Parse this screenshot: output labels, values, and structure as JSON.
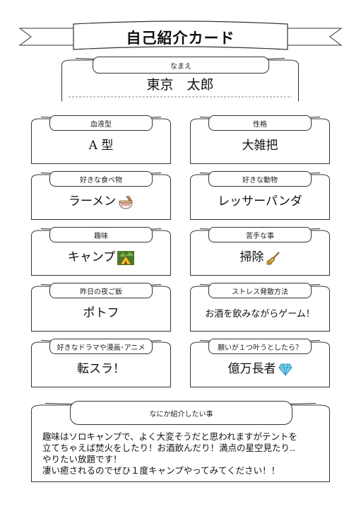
{
  "title": "自己紹介カード",
  "name_card": {
    "label": "なまえ",
    "value": "東京　太郎"
  },
  "cards": [
    {
      "key": "blood",
      "label": "血液型",
      "value": "A 型"
    },
    {
      "key": "personality",
      "label": "性格",
      "value": "大雑把"
    },
    {
      "key": "food",
      "label": "好きな食べ物",
      "value": "ラーメン",
      "icon": "ramen-bowl-icon"
    },
    {
      "key": "animal",
      "label": "好きな動物",
      "value": "レッサーパンダ"
    },
    {
      "key": "hobby",
      "label": "趣味",
      "value": "キャンプ",
      "icon": "camping-tent-icon"
    },
    {
      "key": "weak",
      "label": "苦手な事",
      "value": "掃除",
      "icon": "broom-icon"
    },
    {
      "key": "dinner",
      "label": "昨日の夜ご飯",
      "value": "ポトフ"
    },
    {
      "key": "stress",
      "label": "ストレス発散方法",
      "value": "お酒を飲みながらゲーム！"
    },
    {
      "key": "drama",
      "label": "好きなドラマや漫画･アニメ",
      "value": "転スラ！"
    },
    {
      "key": "wish",
      "label": "願いが１つ叶うとしたら？",
      "value": "億万長者",
      "icon": "gem-icon"
    }
  ],
  "intro": {
    "label": "なにか紹介したい事",
    "text": "趣味はソロキャンプで、よく大変そうだと思われますがテントを\n立てちゃえば焚火をしたり！お酒飲んだり！満点の星空見たり..\nやりたい放題です！\n凄い癒されるのでぜひ１度キャンプやってみてください！！"
  },
  "colors": {
    "border": "#333333",
    "dashed": "#888888",
    "title_band": "#ffffff"
  }
}
